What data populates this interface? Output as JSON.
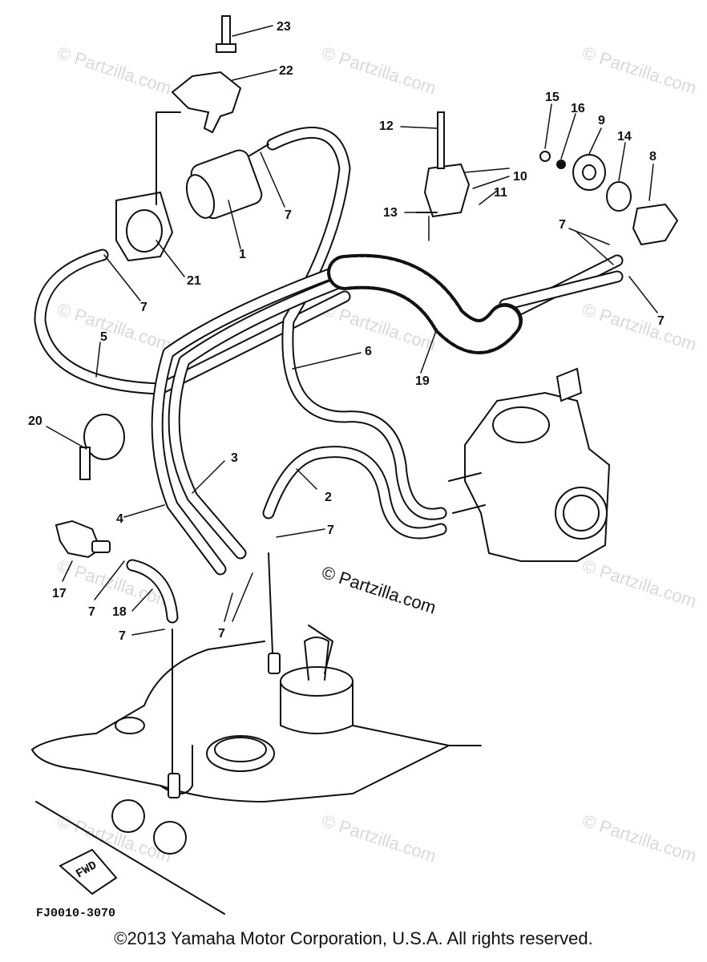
{
  "diagram": {
    "callouts": [
      "1",
      "2",
      "3",
      "4",
      "5",
      "6",
      "7",
      "8",
      "9",
      "10",
      "11",
      "12",
      "13",
      "14",
      "15",
      "16",
      "17",
      "18",
      "19",
      "20",
      "21",
      "22",
      "23"
    ],
    "watermark": "© Partzilla.com",
    "center_watermark": "© Partzilla.com",
    "fwd_label": "FWD",
    "drawing_code": "FJ0010-3070"
  },
  "footer": {
    "copyright": "©2013  Yamaha Motor Corporation, U.S.A. All rights reserved."
  }
}
